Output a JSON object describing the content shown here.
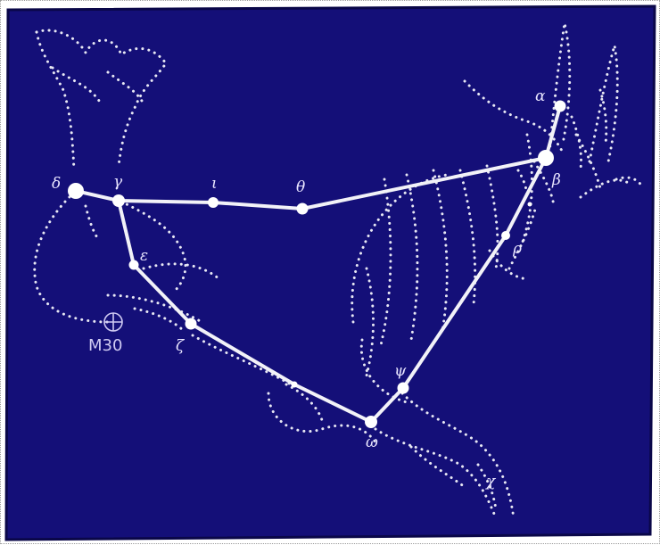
{
  "colors": {
    "sky": "#140f78",
    "sky_edge": "#0a0748",
    "lines": "#f2f2f8",
    "dots": "#e8e8f4",
    "stars": "#ffffff",
    "labels": "#e9e6ff",
    "m30_label": "#cfcaf2"
  },
  "star_labels": {
    "alpha": "α",
    "beta": "β",
    "gamma": "γ",
    "delta": "δ",
    "epsilon": "ε",
    "zeta": "ζ",
    "theta": "θ",
    "iota": "ι",
    "rho": "ρ",
    "psi": "ψ",
    "omega": "ω",
    "chi": "χ"
  },
  "cluster": {
    "label": "M30",
    "icon": "globular-cluster-icon"
  }
}
